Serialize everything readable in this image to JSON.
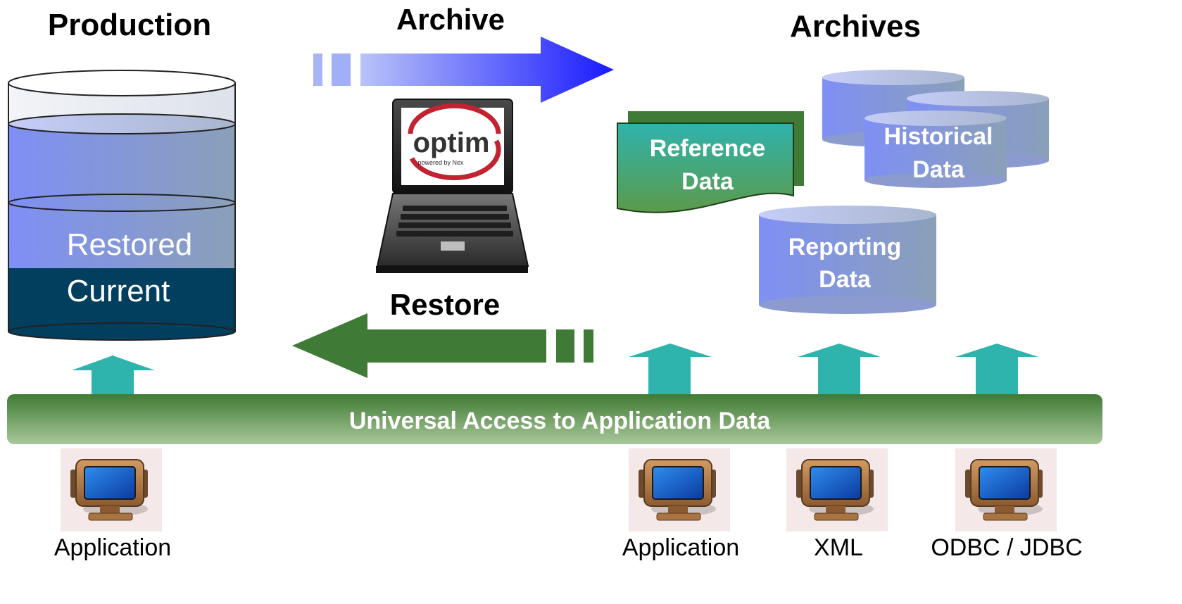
{
  "headings": {
    "production": "Production",
    "archive": "Archive",
    "archives": "Archives",
    "restore": "Restore"
  },
  "production_db": {
    "restored": "Restored",
    "current": "Current"
  },
  "laptop": {
    "logo_text": "optim",
    "logo_subtext": "powered by Nex"
  },
  "archives": {
    "reference": [
      "Reference",
      "Data"
    ],
    "historical": [
      "Historical",
      "Data"
    ],
    "reporting": [
      "Reporting",
      "Data"
    ]
  },
  "access_bar": {
    "label": "Universal Access to Application Data"
  },
  "clients": [
    {
      "label": "Application",
      "icon": "computer-icon"
    },
    {
      "label": "Application",
      "icon": "computer-icon"
    },
    {
      "label": "XML",
      "icon": "computer-icon"
    },
    {
      "label": "ODBC / JDBC",
      "icon": "computer-icon"
    }
  ],
  "colors": {
    "archive_arrow": "#1a1aff",
    "restore_arrow": "#3f7a36",
    "teal_arrow": "#2fb3ad",
    "db_blue": "#7e8ff0",
    "db_dark": "#003d5c",
    "access_bar": "#4a8a3a"
  }
}
